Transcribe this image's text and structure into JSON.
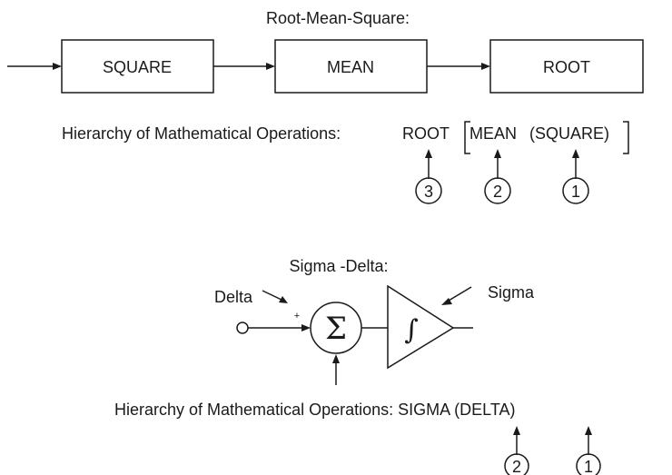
{
  "rms": {
    "title": "Root-Mean-Square:",
    "blocks": [
      "SQUARE",
      "MEAN",
      "ROOT"
    ],
    "hierarchy": {
      "prefix": "Hierarchy of Mathematical Operations:",
      "root": "ROOT",
      "mean": "MEAN",
      "square": "(SQUARE)"
    },
    "markers": [
      "3",
      "2",
      "1"
    ]
  },
  "sigma_delta": {
    "title": "Sigma -Delta:",
    "delta_label": "Delta",
    "sigma_label": "Sigma",
    "plus_sign": "+",
    "summation_symbol": "Σ",
    "integral_symbol": "∫",
    "hierarchy": {
      "text": "Hierarchy of Mathematical Operations: SIGMA (DELTA)"
    },
    "markers": [
      "2",
      "1"
    ]
  }
}
